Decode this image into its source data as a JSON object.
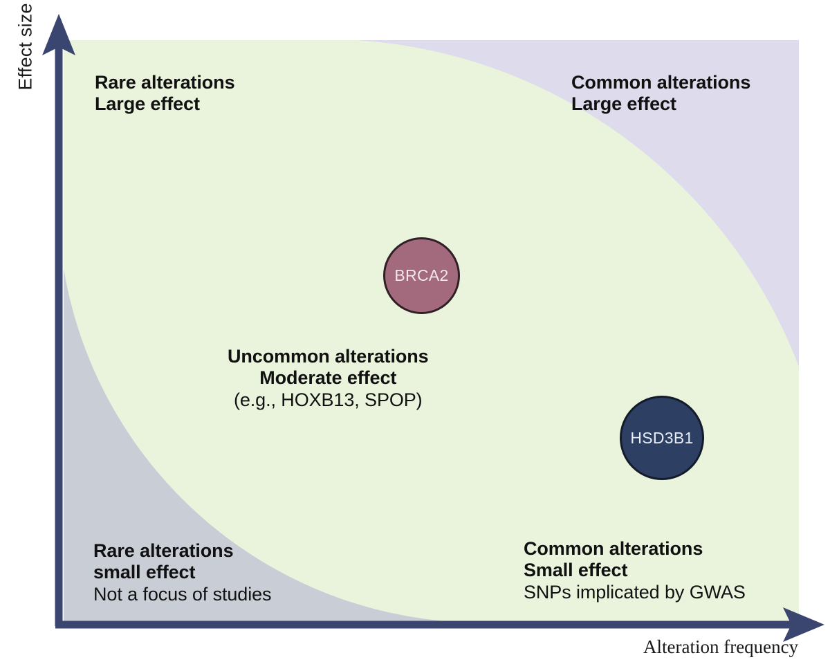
{
  "figure": {
    "type": "conceptual-scatter-quadrant",
    "axes": {
      "y_label": "Effect size",
      "x_label": "Alteration frequency",
      "y_arrow": "up-arrow-icon",
      "x_arrow": "right-arrow-icon",
      "axis_color": "#3a4570"
    },
    "regions": [
      {
        "id": "rare-large",
        "position": "top-left",
        "fill": "#eaf4dc",
        "lines": [
          {
            "text": "Rare alterations",
            "style": "bold"
          },
          {
            "text": "Large effect",
            "style": "bold"
          }
        ]
      },
      {
        "id": "common-large",
        "position": "top-right",
        "fill": "#dedcec",
        "lines": [
          {
            "text": "Common alterations",
            "style": "bold"
          },
          {
            "text": "Large effect",
            "style": "bold"
          }
        ]
      },
      {
        "id": "uncommon-moderate",
        "position": "center",
        "fill": "#eaf4dc",
        "lines": [
          {
            "text": "Uncommon alterations",
            "style": "bold"
          },
          {
            "text": "Moderate effect",
            "style": "bold"
          },
          {
            "text": "(e.g.,  HOXB13, SPOP)",
            "style": "normal"
          }
        ]
      },
      {
        "id": "rare-small",
        "position": "bottom-left",
        "fill": "#c9cdd6",
        "lines": [
          {
            "text": "Rare alterations",
            "style": "bold"
          },
          {
            "text": "small effect",
            "style": "bold"
          },
          {
            "text": "Not a focus of studies",
            "style": "normal"
          }
        ]
      },
      {
        "id": "common-small",
        "position": "bottom-right",
        "fill": "#eaf4dc",
        "lines": [
          {
            "text": "Common alterations",
            "style": "bold"
          },
          {
            "text": "Small effect",
            "style": "bold"
          },
          {
            "text": "SNPs implicated by GWAS",
            "style": "normal"
          }
        ]
      }
    ],
    "bubbles": [
      {
        "id": "brca2",
        "label": "BRCA2",
        "fill": "#a3697c",
        "stroke": "#2f2026",
        "text_color": "#f3e7ea",
        "cx": 609,
        "cy": 398,
        "r": 55,
        "frequency": "uncommon",
        "effect": "large-moderate"
      },
      {
        "id": "hsd3b1",
        "label": "HSD3B1",
        "fill": "#2d3f63",
        "stroke": "#141b2b",
        "text_color": "#e9edf5",
        "cx": 957,
        "cy": 633,
        "r": 60,
        "frequency": "common",
        "effect": "moderate-small"
      }
    ],
    "palette": {
      "green": "#eaf4dc",
      "purple": "#dedcec",
      "gray": "#c9cdd6",
      "navy": "#3a4570",
      "plum": "#a3697c",
      "dark_blue": "#2d3f63"
    }
  },
  "chart_data": {
    "type": "scatter",
    "title": "",
    "xlabel": "Alteration frequency",
    "ylabel": "Effect size",
    "xlim": [
      0,
      1
    ],
    "ylim": [
      0,
      1
    ],
    "grid": false,
    "legend": "none",
    "points": [
      {
        "label": "BRCA2",
        "x": 0.49,
        "y": 0.6,
        "size": 110,
        "color": "#a3697c"
      },
      {
        "label": "HSD3B1",
        "x": 0.81,
        "y": 0.32,
        "size": 122,
        "color": "#2d3f63"
      }
    ],
    "annotations": [
      "Rare alterations Large effect",
      "Common alterations Large effect",
      "Uncommon alterations Moderate effect (e.g.,  HOXB13, SPOP)",
      "Rare alterations small effect Not a focus of studies",
      "Common alterations Small effect SNPs implicated by GWAS"
    ]
  }
}
